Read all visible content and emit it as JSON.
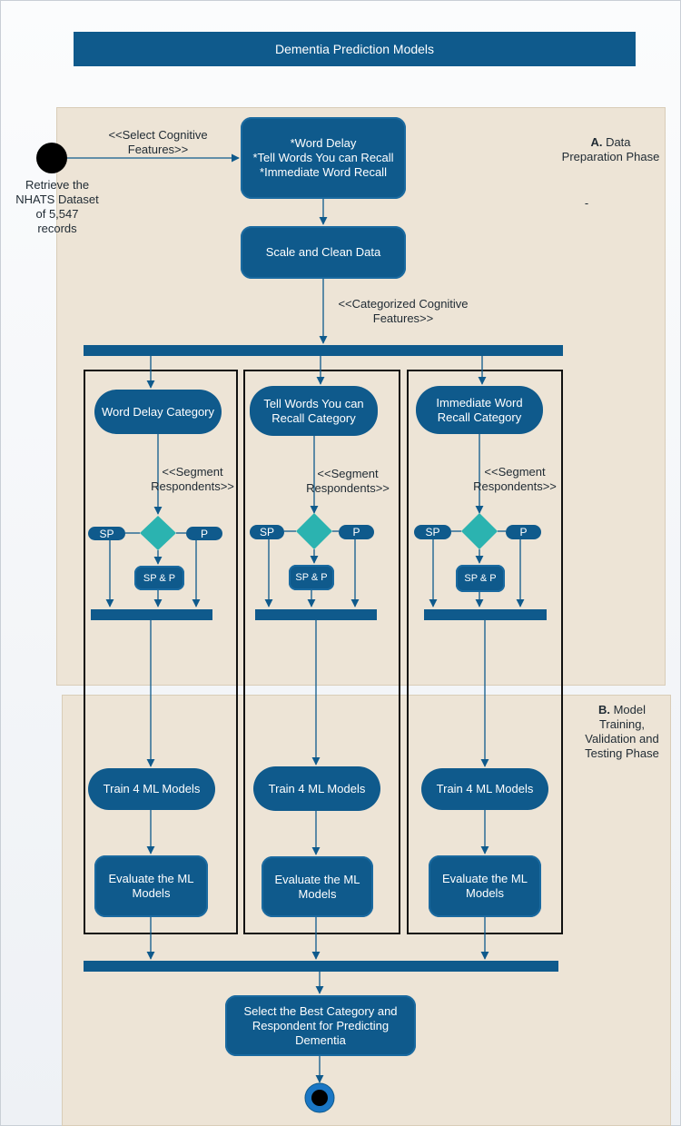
{
  "title": "Dementia Prediction Models",
  "phases": {
    "a": {
      "bold": "A.",
      "text": " Data\nPreparation Phase",
      "dash": "-"
    },
    "b": {
      "bold": "B.",
      "text": " Model\nTraining,\nValidation and\nTesting Phase"
    }
  },
  "start_label": "Retrieve the\nNHATS Dataset\nof 5,547\nrecords",
  "edge_select": "<<Select Cognitive\nFeatures>>",
  "features_box": "*Word Delay\n*Tell Words You can Recall\n*Immediate Word Recall",
  "scale_clean": "Scale and Clean Data",
  "edge_categorized": "<<Categorized Cognitive\nFeatures>>",
  "lanes": [
    {
      "category": "Word Delay Category",
      "segment": "<<Segment\nRespondents>>",
      "sp": "SP",
      "p": "P",
      "spp": "SP & P",
      "train": "Train 4 ML Models",
      "evaluate": "Evaluate the ML\nModels"
    },
    {
      "category": "Tell Words You can\nRecall Category",
      "segment": "<<Segment\nRespondents>>",
      "sp": "SP",
      "p": "P",
      "spp": "SP & P",
      "train": "Train 4 ML Models",
      "evaluate": "Evaluate the ML\nModels"
    },
    {
      "category": "Immediate Word\nRecall Category",
      "segment": "<<Segment\nRespondents>>",
      "sp": "SP",
      "p": "P",
      "spp": "SP & P",
      "train": "Train 4 ML Models",
      "evaluate": "Evaluate the ML\nModels"
    }
  ],
  "select_best": "Select the Best Category and\nRespondent for Predicting\nDementia",
  "colors": {
    "node": "#0f5a8c",
    "diamond": "#2bb3b0",
    "phase_bg": "#ede4d6"
  }
}
